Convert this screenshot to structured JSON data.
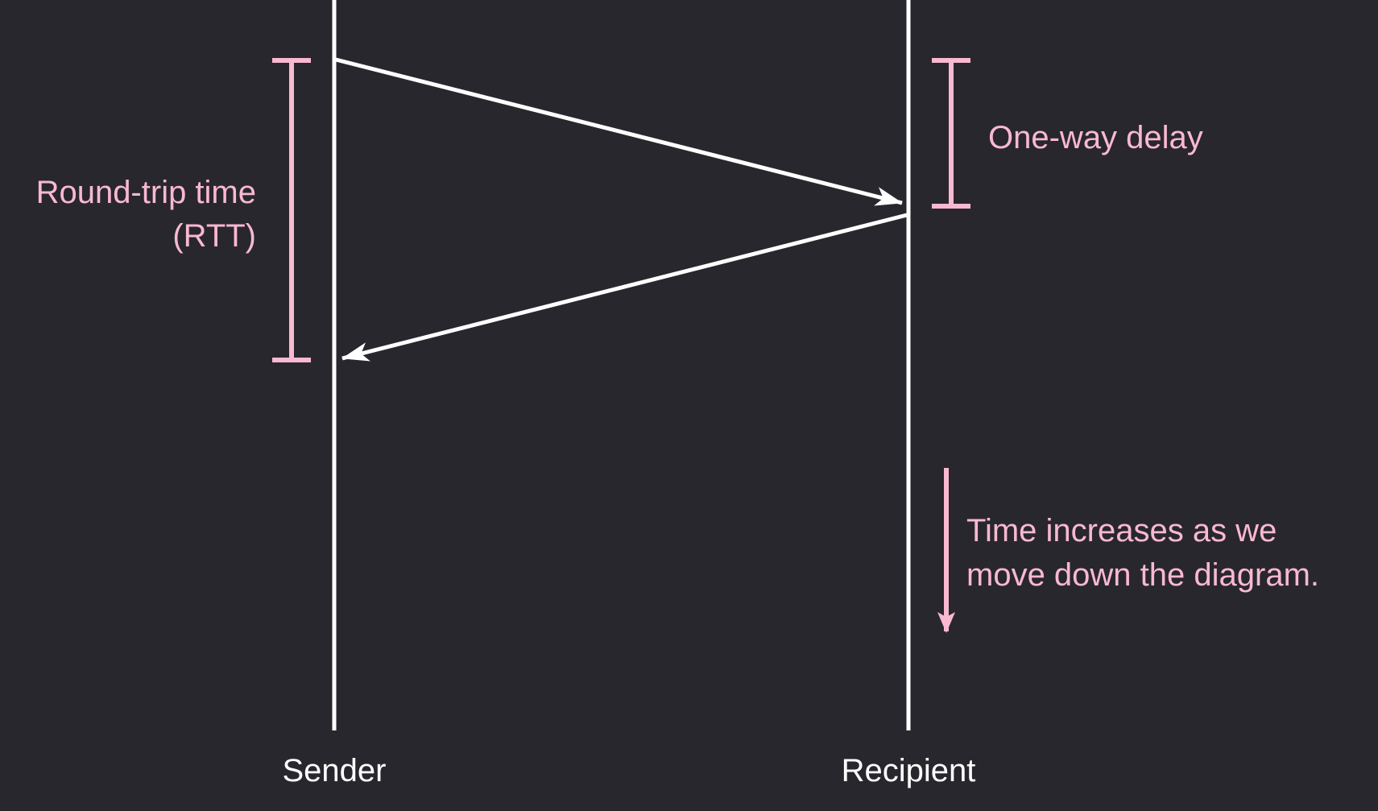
{
  "colors": {
    "background": "#28272d",
    "lines": "#ffffff",
    "accent_pink": "#f9b9d0"
  },
  "actors": {
    "sender": "Sender",
    "recipient": "Recipient"
  },
  "labels": {
    "rtt_line1": "Round-trip time",
    "rtt_line2": "(RTT)",
    "one_way_delay": "One-way delay",
    "time_note_line1": "Time increases as we",
    "time_note_line2": "move down the diagram."
  }
}
